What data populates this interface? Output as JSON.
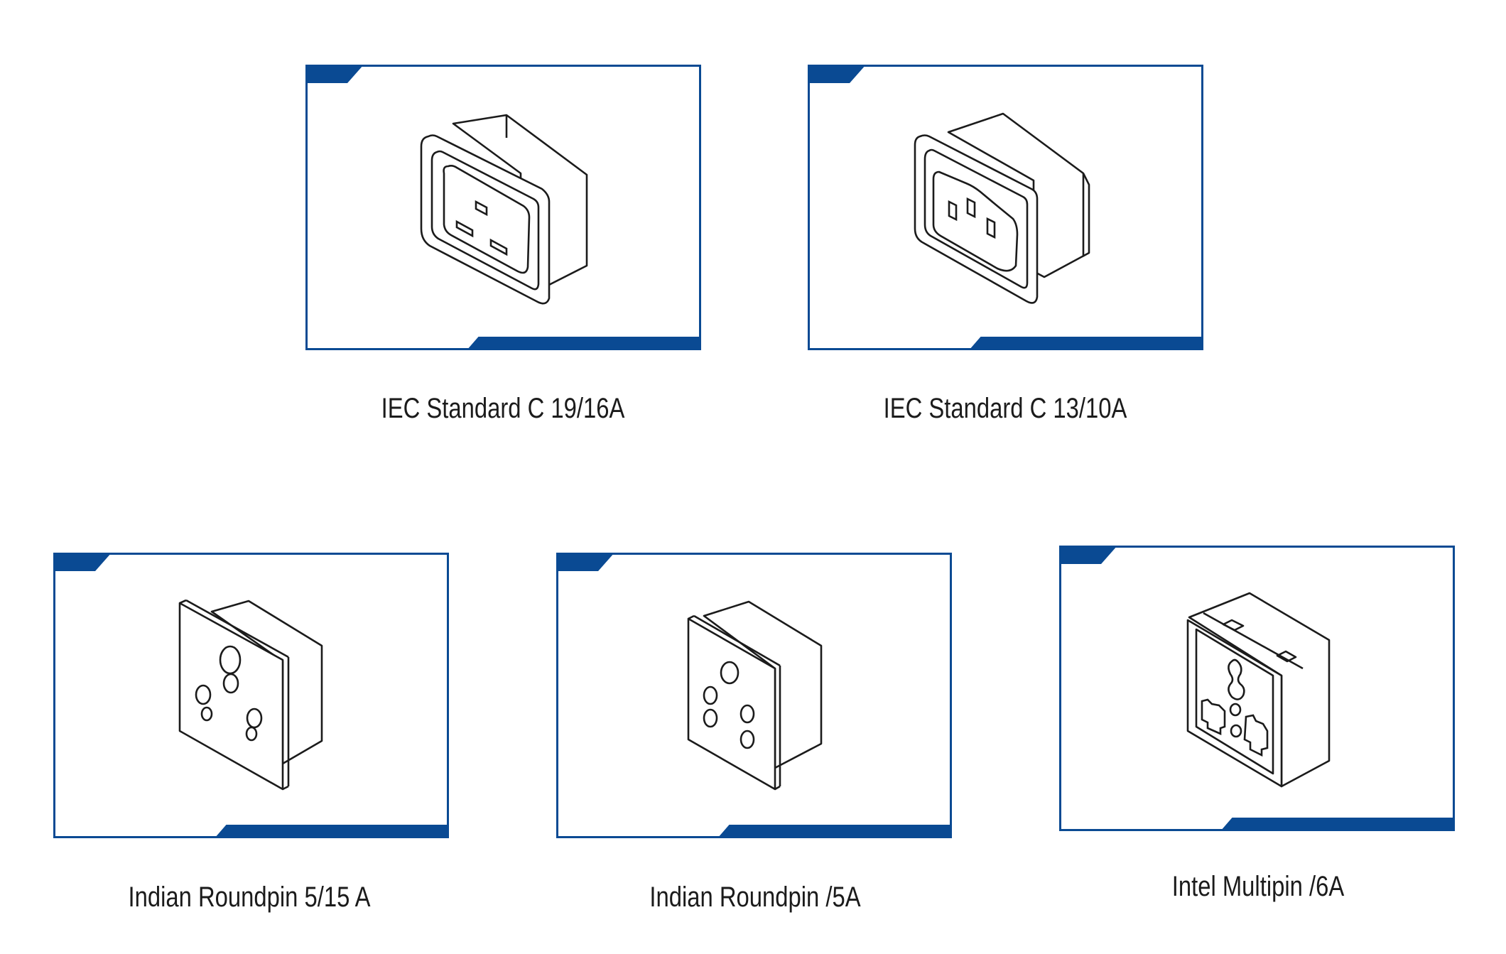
{
  "brand_color": "#0a4a93",
  "products": [
    {
      "caption": "IEC Standard C 19/16A",
      "icon": "iec-c19-socket-icon"
    },
    {
      "caption": "IEC Standard C 13/10A",
      "icon": "iec-c13-socket-icon"
    },
    {
      "caption": "Indian Roundpin 5/15 A",
      "icon": "indian-roundpin-5-15-socket-icon"
    },
    {
      "caption": "Indian Roundpin /5A",
      "icon": "indian-roundpin-5a-socket-icon"
    },
    {
      "caption": "Intel Multipin /6A",
      "icon": "multipin-socket-icon"
    }
  ]
}
